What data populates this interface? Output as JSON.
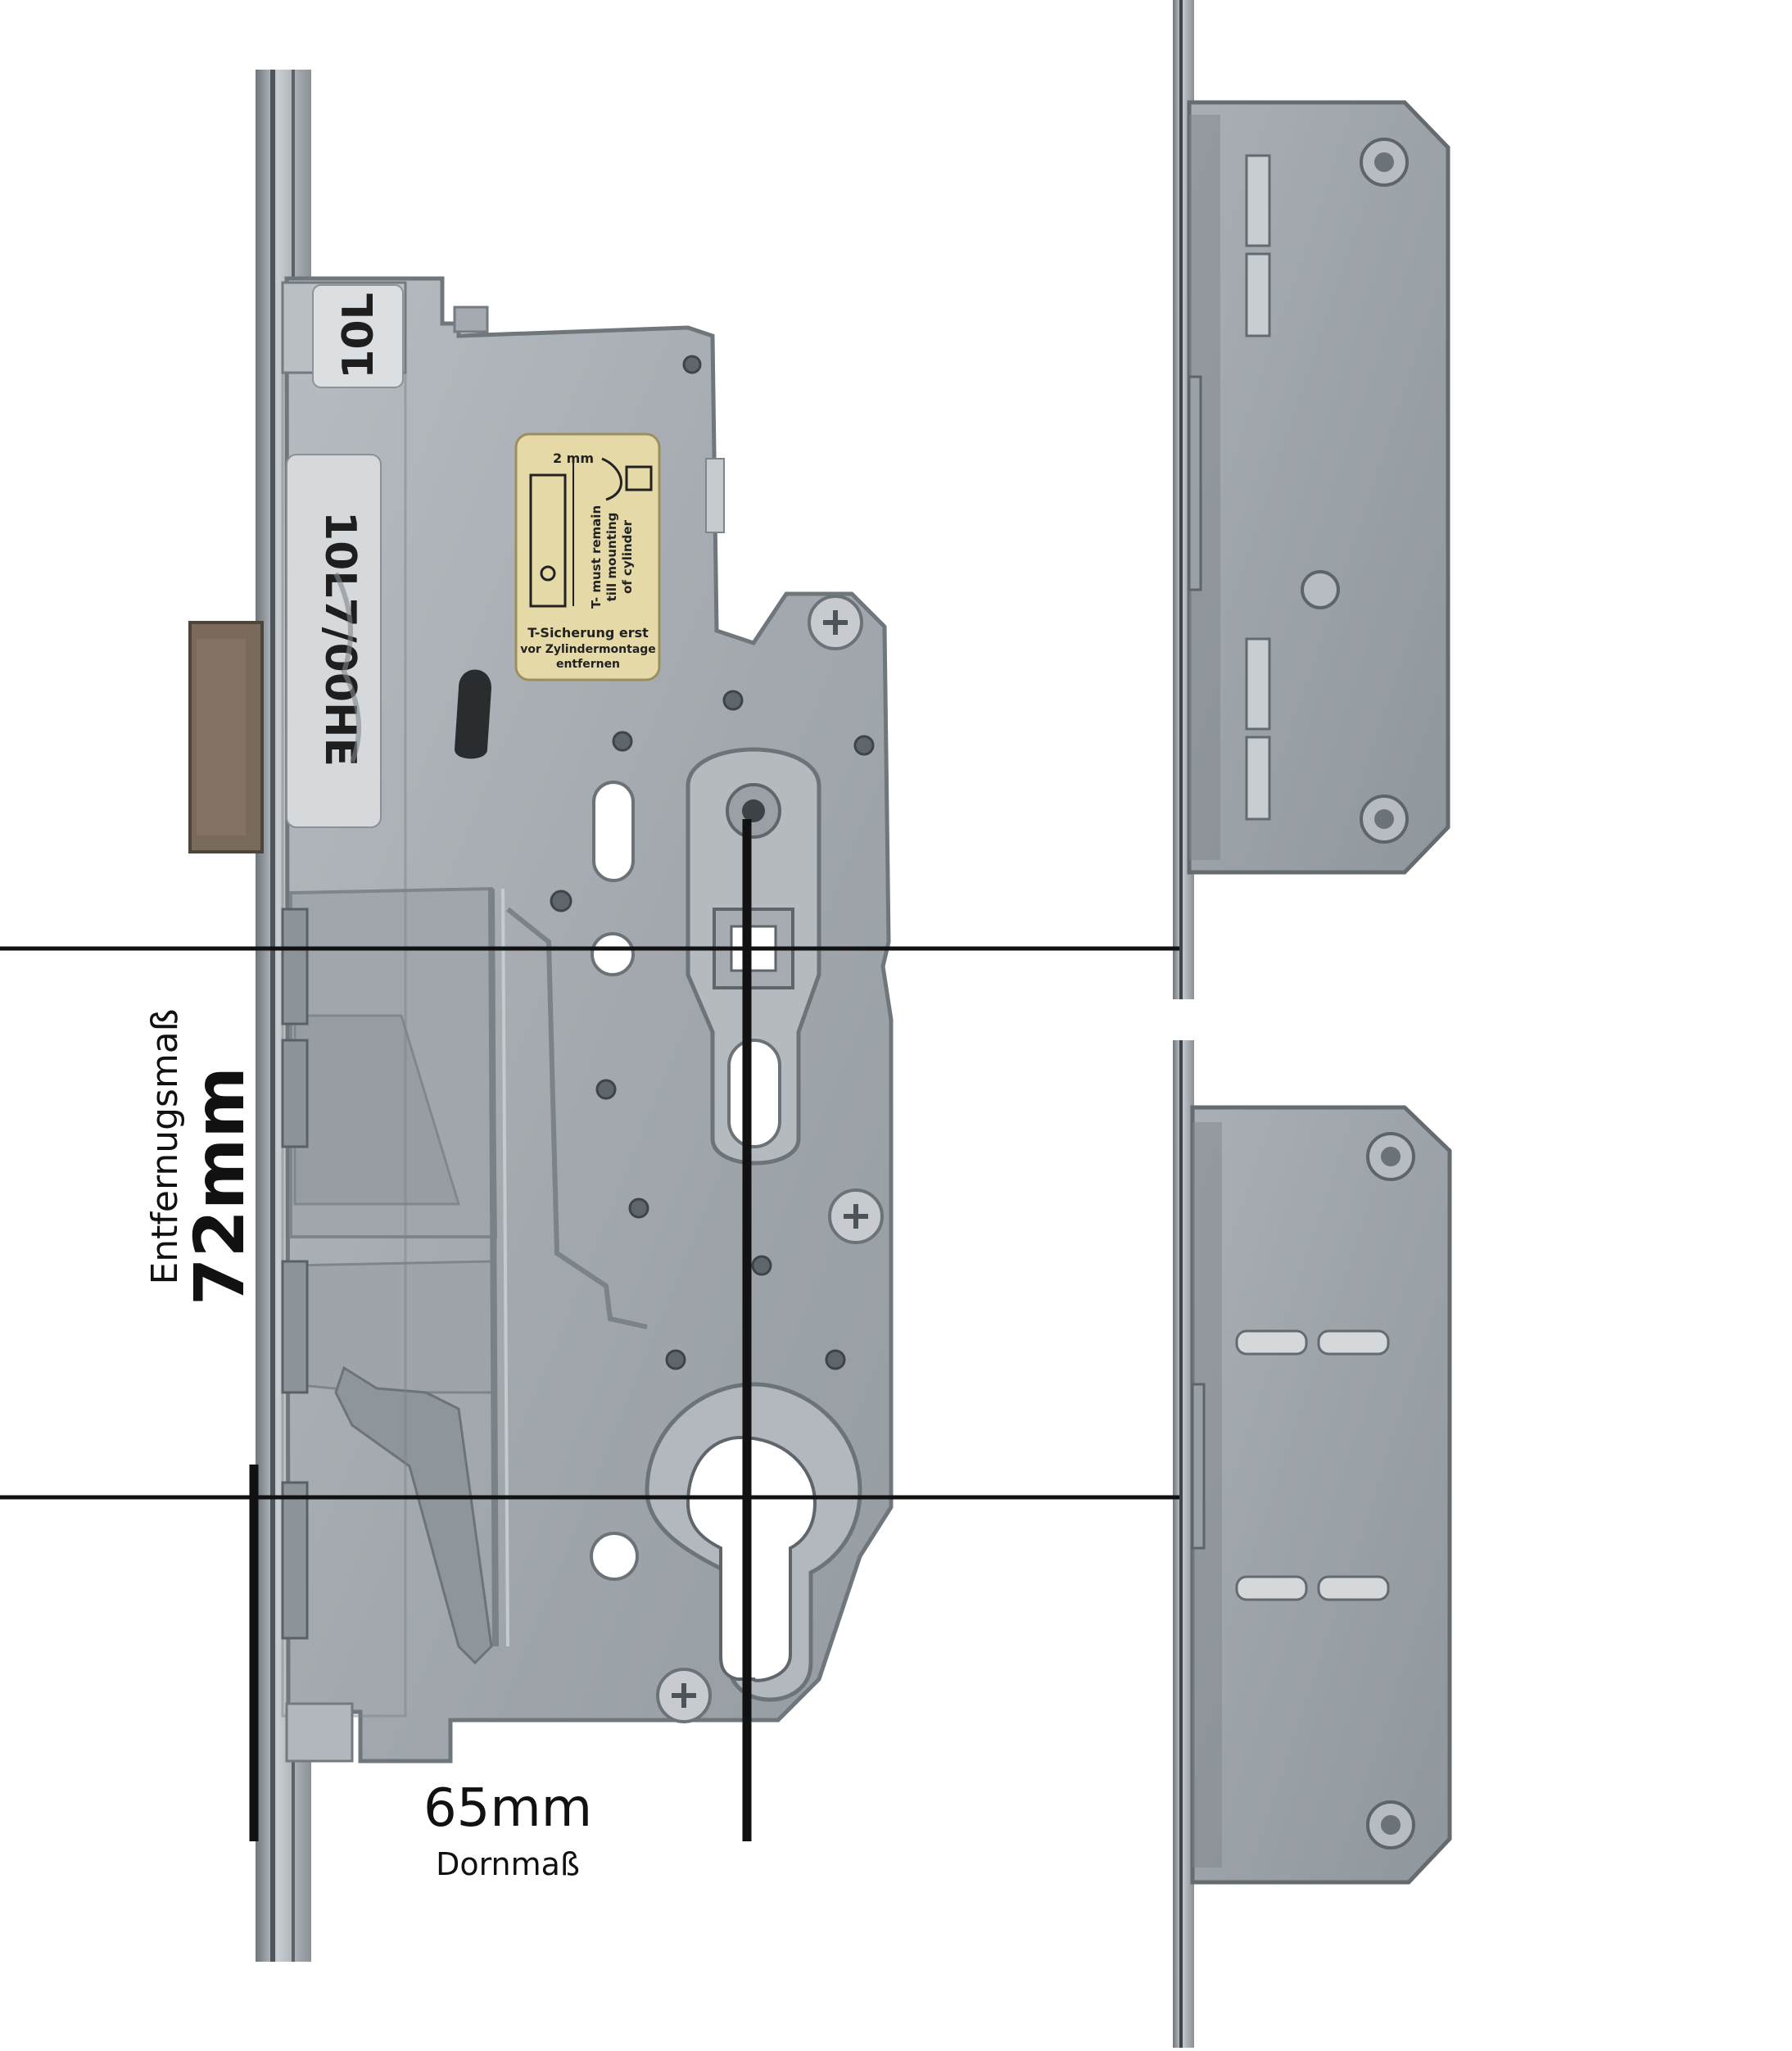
{
  "labels": {
    "distance_caption": "Entfernugsmaß",
    "distance_value": "72mm",
    "backset_value": "65mm",
    "backset_caption": "Dornmaß"
  },
  "stickers": {
    "top_code": "10L",
    "side_code": "10L7/00HE",
    "warning": {
      "de_line1": "T-Sicherung erst",
      "de_line2": "vor Zylindermontage",
      "de_line3": "entfernen",
      "en_line1": "T- must remain",
      "en_line2": "till mounting",
      "en_line3": "of cylinder",
      "gap": "2 mm"
    }
  },
  "colors": {
    "background": "#ffffff",
    "steel": "#a8aeb3",
    "steel_dark": "#7d858b",
    "steel_light": "#c3c8cc",
    "rust": "#7a6a5c",
    "sticker_gold": "#e6d9a8",
    "sticker_silver": "#dcdfe2",
    "guide_line": "#111111"
  }
}
